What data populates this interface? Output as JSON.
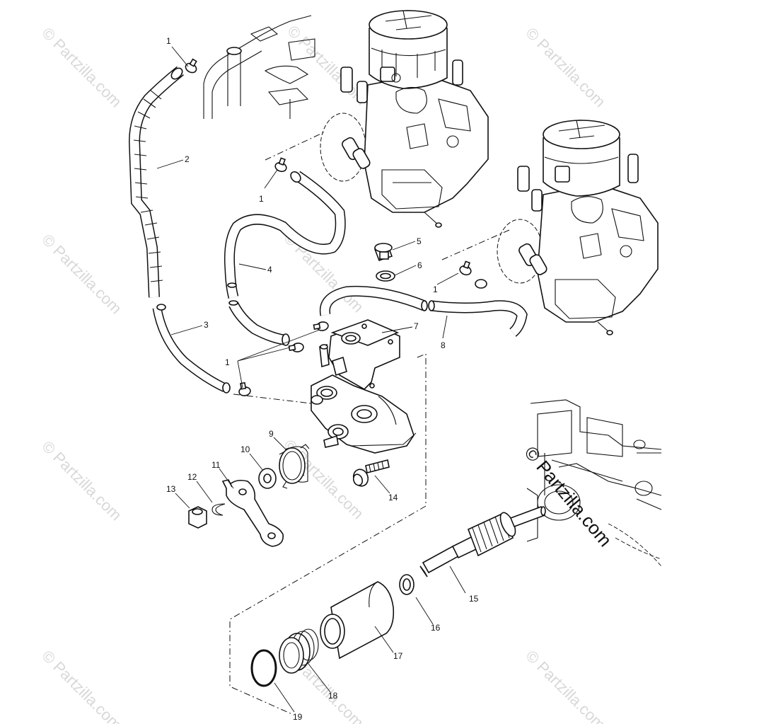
{
  "watermark": {
    "text": "© Partzilla.com",
    "main_text": "© Partzilla.com"
  },
  "callouts": {
    "c1a": "1",
    "c1b": "1",
    "c1c": "1",
    "c1d": "1",
    "c2": "2",
    "c3": "3",
    "c4": "4",
    "c5": "5",
    "c6": "6",
    "c7": "7",
    "c8": "8",
    "c9": "9",
    "c10": "10",
    "c11": "11",
    "c12": "12",
    "c13": "13",
    "c14": "14",
    "c15": "15",
    "c16": "16",
    "c17": "17",
    "c18": "18",
    "c19": "19"
  }
}
